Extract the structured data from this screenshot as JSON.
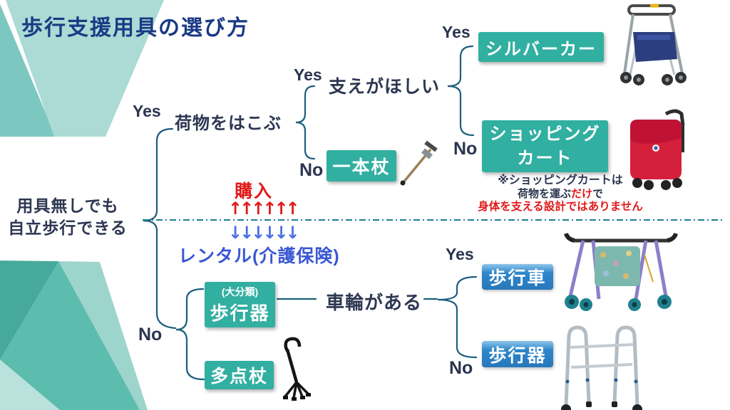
{
  "title": "歩行支援用具の選び方",
  "root": {
    "line1": "用具無しでも",
    "line2": "自立歩行できる",
    "yes": "Yes",
    "no": "No"
  },
  "acquisition": {
    "purchase_label": "購入",
    "purchase_arrows": "↑↑↑↑↑↑",
    "rental_arrows": "↓↓↓↓↓↓",
    "rental_label": "レンタル(介護保険)"
  },
  "branches": {
    "carry": {
      "question": "荷物をはこぶ",
      "yes": "Yes",
      "no": "No"
    },
    "support": {
      "question": "支えがほしい",
      "yes": "Yes",
      "no": "No"
    },
    "wheels": {
      "question": "車輪がある",
      "yes": "Yes",
      "no": "No"
    }
  },
  "boxes": {
    "silver_car": "シルバーカー",
    "shopping_cart_line1": "ショッピング",
    "shopping_cart_line2": "カート",
    "single_cane": "一本杖",
    "category_note": "(大分類)",
    "category_walker": "歩行器",
    "multi_cane": "多点杖",
    "rollator": "歩行車",
    "walker": "歩行器"
  },
  "note": {
    "line1": "※ショッピングカートは",
    "line2_pre": "荷物を運ぶ",
    "line2_em": "だけ",
    "line2_post": "で",
    "line3": "身体を支える設計ではありません"
  },
  "colors": {
    "teal_box": "#31afa1",
    "blue_box": "#2e86ca",
    "accent_red": "#e01a1a",
    "rental_blue": "#3a58d4",
    "connector": "#1d5f7d",
    "divider_teal": "#1b7e94",
    "title_navy": "#1a3a85"
  }
}
